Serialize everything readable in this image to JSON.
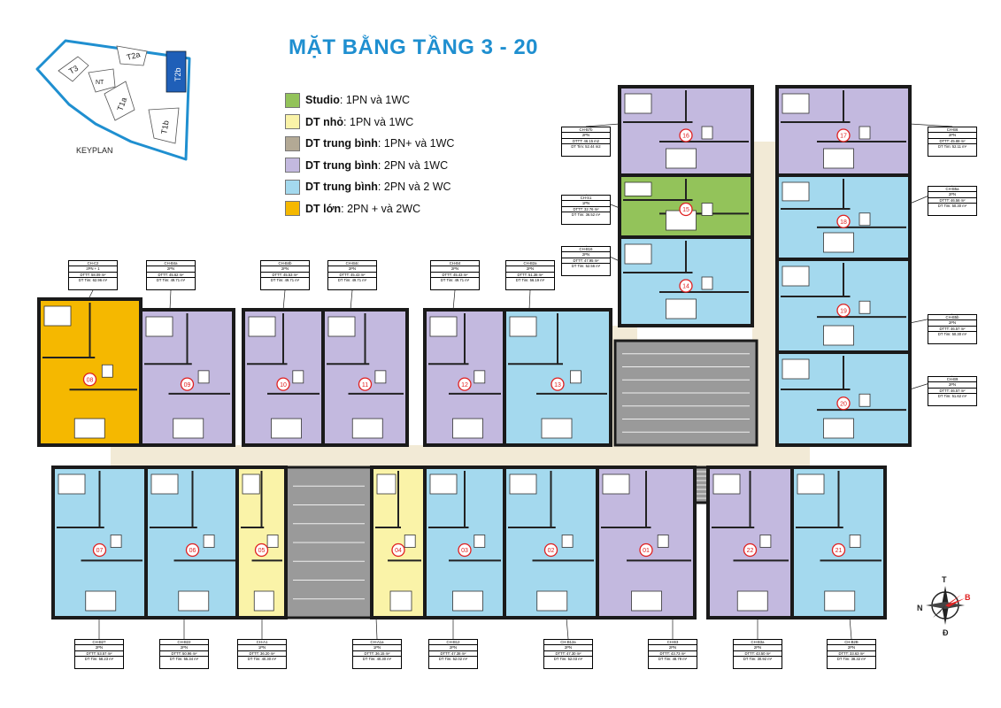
{
  "title": "MẶT BẰNG TẦNG 3 - 20",
  "legend": [
    {
      "bold": "Studio",
      "text": ": 1PN và 1WC",
      "color": "#93c35a"
    },
    {
      "bold": "DT nhỏ",
      "text": ": 1PN  và 1WC",
      "color": "#faf3a8"
    },
    {
      "bold": "DT trung bình",
      "text": ": 1PN+ và 1WC",
      "color": "#b3a995"
    },
    {
      "bold": "DT trung bình",
      "text": ": 2PN và 1WC",
      "color": "#c3b9df"
    },
    {
      "bold": "DT trung bình",
      "text": ": 2PN và 2 WC",
      "color": "#a4d9ee"
    },
    {
      "bold": "DT lớn",
      "text": ": 2PN + và 2WC",
      "color": "#f5b800"
    }
  ],
  "keyplan": {
    "label": "KEYPLAN",
    "towers": [
      "T3",
      "NT",
      "T2a",
      "T2b",
      "T1a",
      "T1b"
    ]
  },
  "compass": {
    "n": "T",
    "e": "B",
    "s": "Đ",
    "w": "N"
  },
  "units": [
    {
      "num": "16",
      "name": "CH-B7b",
      "type": "2PN",
      "dttt": "DTTT: 46.15 m2",
      "tim": "DT Tim: 52.44 m2",
      "color": "#c3b9df"
    },
    {
      "num": "17",
      "name": "CH-B6",
      "type": "2PN",
      "dttt": "DTTT: 45.88 m²",
      "tim": "DT Tim: 52.11 m²",
      "color": "#c3b9df"
    },
    {
      "num": "15",
      "name": "CH-S1",
      "type": "1PN",
      "dttt": "DTTT: 32.76 m²",
      "tim": "DT Tim: 36.52 m²",
      "color": "#93c35a"
    },
    {
      "num": "18",
      "name": "CH-B5a",
      "type": "2PN",
      "dttt": "DTTT: 46.56 m²",
      "tim": "DT Tim: 50.30 m²",
      "color": "#a4d9ee"
    },
    {
      "num": "14",
      "name": "CH-B16",
      "type": "2PN",
      "dttt": "DTTT: 47.95 m²",
      "tim": "DT Tim: 52.56 m²",
      "color": "#a4d9ee"
    },
    {
      "num": "19",
      "name": "CH-B5b",
      "type": "2PN",
      "dttt": "DTTT: 46.57 m²",
      "tim": "DT Tim: 50.30 m²",
      "color": "#a4d9ee"
    },
    {
      "num": "20",
      "name": "CH-B9",
      "type": "2PN",
      "dttt": "DTTT: 46.57 m²",
      "tim": "DT Tim: 51.62 m²",
      "color": "#a4d9ee"
    },
    {
      "num": "08",
      "name": "CH-C2",
      "type": "2PN + 1",
      "dttt": "DTTT: 58.09 m²",
      "tim": "DT Tim: 62.96 m²",
      "color": "#f5b800"
    },
    {
      "num": "09",
      "name": "CH-B4a",
      "type": "2PN",
      "dttt": "DTTT: 45.62 m²",
      "tim": "DT Tim: 49.71 m²",
      "color": "#c3b9df"
    },
    {
      "num": "10",
      "name": "CH-B4b",
      "type": "2PN",
      "dttt": "DTTT: 45.53 m²",
      "tim": "DT Tim: 49.71 m²",
      "color": "#c3b9df"
    },
    {
      "num": "11",
      "name": "CH-B4c",
      "type": "2PN",
      "dttt": "DTTT: 45.43 m²",
      "tim": "DT Tim: 49.71 m²",
      "color": "#c3b9df"
    },
    {
      "num": "12",
      "name": "CH-B4",
      "type": "2PN",
      "dttt": "DTTT: 45.43 m²",
      "tim": "DT Tim: 49.71 m²",
      "color": "#c3b9df"
    },
    {
      "num": "13",
      "name": "CH-B2a",
      "type": "2PN",
      "dttt": "DTTT: 51.38 m²",
      "tim": "DT Tim: 56.19 m²",
      "color": "#a4d9ee"
    },
    {
      "num": "07",
      "name": "CH-B27",
      "type": "2PN",
      "dttt": "DTTT: 53.57 m²",
      "tim": "DT Tim: 58.23 m²",
      "color": "#a4d9ee"
    },
    {
      "num": "06",
      "name": "CH-B22",
      "type": "2PN",
      "dttt": "DTTT: 50.96 m²",
      "tim": "DT Tim: 55.34 m²",
      "color": "#a4d9ee"
    },
    {
      "num": "05",
      "name": "CH-A1",
      "type": "1PN",
      "dttt": "DTTT: 36.20 m²",
      "tim": "DT Tim: 40.30 m²",
      "color": "#faf3a8"
    },
    {
      "num": "04",
      "name": "CH-A1a",
      "type": "1PN",
      "dttt": "DTTT: 36.15 m²",
      "tim": "DT Tim: 40.30 m²",
      "color": "#faf3a8"
    },
    {
      "num": "03",
      "name": "CH-B12",
      "type": "2PN",
      "dttt": "DTTT: 47.38 m²",
      "tim": "DT Tim: 52.02 m²",
      "color": "#a4d9ee"
    },
    {
      "num": "02",
      "name": "CH-B12a",
      "type": "2PN",
      "dttt": "DTTT: 47.30 m²",
      "tim": "DT Tim: 52.03 m²",
      "color": "#a4d9ee"
    },
    {
      "num": "01",
      "name": "CH-B3",
      "type": "2PN",
      "dttt": "DTTT: 43.73 m²",
      "tim": "DT Tim: 48.79 m²",
      "color": "#c3b9df"
    },
    {
      "num": "22",
      "name": "CH-B3a",
      "type": "2PN",
      "dttt": "DTTT: 43.50 m²",
      "tim": "DT Tim: 30.92 m²",
      "color": "#c3b9df"
    },
    {
      "num": "21",
      "name": "CH-B2B",
      "type": "2PN",
      "dttt": "DTTT: 33.63 m²",
      "tim": "DT Tim: 38.32 m²",
      "color": "#a4d9ee"
    }
  ],
  "colors": {
    "wall": "#1a1a1a",
    "corridor": "#f2ead6",
    "core": "#9a9a9a"
  }
}
